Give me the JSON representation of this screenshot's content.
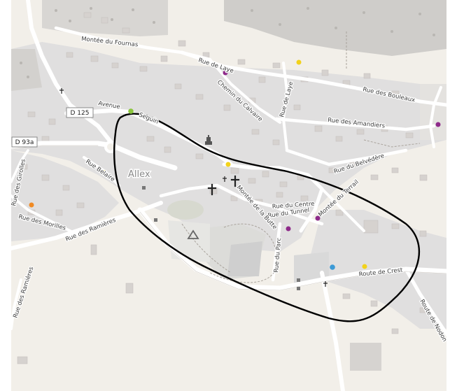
{
  "map": {
    "place_label": "Allex",
    "road_shields": [
      {
        "id": "d125",
        "text": "D 125"
      },
      {
        "id": "d93a",
        "text": "D 93a"
      }
    ],
    "street_labels": [
      {
        "id": "montee-du-fournas",
        "text": "Montée du Fournas"
      },
      {
        "id": "rue-de-laye",
        "text": "Rue de Laye"
      },
      {
        "id": "rue-de-laye-2",
        "text": "Rue de Laye"
      },
      {
        "id": "chemin-du-calvaire",
        "text": "Chemin du Calvaire"
      },
      {
        "id": "rue-des-bouleaux",
        "text": "Rue des Bouleaux"
      },
      {
        "id": "rue-des-amandiers",
        "text": "Rue des Amandiers"
      },
      {
        "id": "avenue-seguin-a",
        "text": "Avenue"
      },
      {
        "id": "avenue-seguin-b",
        "text": "Seguin"
      },
      {
        "id": "rue-belaire",
        "text": "Rue Belaire"
      },
      {
        "id": "rue-des-girolles",
        "text": "Rue des Girolles"
      },
      {
        "id": "rue-des-morilles",
        "text": "Rue des Morilles"
      },
      {
        "id": "rue-des-ramieres",
        "text": "Rue des Ramières"
      },
      {
        "id": "rue-des-ramieres-2",
        "text": "Rue des Ramières"
      },
      {
        "id": "rue-du-belvedere",
        "text": "Rue du Belvédère"
      },
      {
        "id": "montee-du-terrail",
        "text": "Montée du Terrail"
      },
      {
        "id": "rue-du-centre",
        "text": "Rue du Centre"
      },
      {
        "id": "rue-du-tunnel",
        "text": "Rue du Tunnel"
      },
      {
        "id": "montee-de-la-butte",
        "text": "Montée de la Butte"
      },
      {
        "id": "rue-du-parc",
        "text": "Rue du Parc"
      },
      {
        "id": "route-de-crest",
        "text": "Route de Crest"
      },
      {
        "id": "route-de-nodon",
        "text": "Route de Nodon"
      }
    ],
    "poi_colors": {
      "purple": "#8e2a8a",
      "yellow": "#f2d21b",
      "green": "#8bc63f",
      "orange": "#f08a24",
      "blue": "#3c9ad6"
    },
    "icons": [
      "church-icon",
      "cross-icon",
      "monument-icon",
      "campsite-icon",
      "bus-stop-icon"
    ]
  }
}
